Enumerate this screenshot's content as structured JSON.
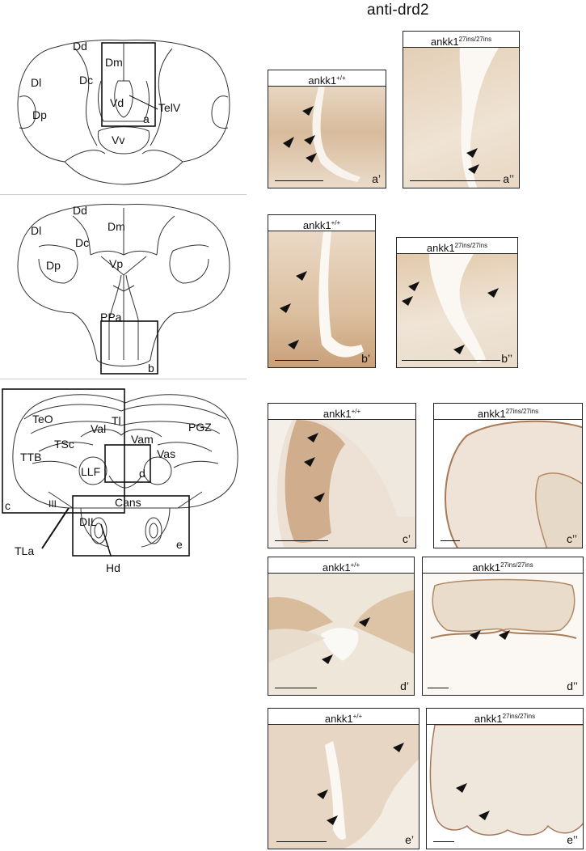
{
  "title": "anti-drd2",
  "diagram1": {
    "labels": {
      "dd": "Dd",
      "dm": "Dm",
      "dl": "Dl",
      "dc": "Dc",
      "vd": "Vd",
      "telv": "TelV",
      "dp": "Dp",
      "a": "a",
      "vv": "Vv"
    }
  },
  "diagram2": {
    "labels": {
      "dd": "Dd",
      "dm": "Dm",
      "dl": "Dl",
      "dc": "Dc",
      "dp": "Dp",
      "vp": "Vp",
      "ppa": "PPa",
      "b": "b"
    }
  },
  "diagram3": {
    "labels": {
      "teo": "TeO",
      "val": "Val",
      "tl": "Tl",
      "pgz": "PGZ",
      "tsc": "TSc",
      "vam": "Vam",
      "ttb": "TTB",
      "vas": "Vas",
      "llf": "LLF",
      "d": "d",
      "c": "c",
      "iii": "III",
      "cans": "Cans",
      "dil": "DIL",
      "tla": "TLa",
      "e": "e",
      "hd": "Hd"
    }
  },
  "panels": {
    "a1": {
      "genotype": "ankk1",
      "sup": "+/+",
      "label": "a’"
    },
    "a2": {
      "genotype": "ankk1",
      "sup": "27ins/27ins",
      "label": "a’’"
    },
    "b1": {
      "genotype": "ankk1",
      "sup": "+/+",
      "label": "b’"
    },
    "b2": {
      "genotype": "ankk1",
      "sup": "27ins/27ins",
      "label": "b’’"
    },
    "c1": {
      "genotype": "ankk1",
      "sup": "+/+",
      "label": "c’"
    },
    "c2": {
      "genotype": "ankk1",
      "sup": "27ins/27ins",
      "label": "c’’"
    },
    "d1": {
      "genotype": "ankk1",
      "sup": "+/+",
      "label": "d’"
    },
    "d2": {
      "genotype": "ankk1",
      "sup": "27ins/27ins",
      "label": "d’’"
    },
    "e1": {
      "genotype": "ankk1",
      "sup": "+/+",
      "label": "e’"
    },
    "e2": {
      "genotype": "ankk1",
      "sup": "27ins/27ins",
      "label": "e’’"
    }
  },
  "colors": {
    "tissue_light": "#efe6dc",
    "tissue_mid": "#dcc6ad",
    "tissue_dark": "#b98a5f",
    "stain": "#9a6438"
  }
}
